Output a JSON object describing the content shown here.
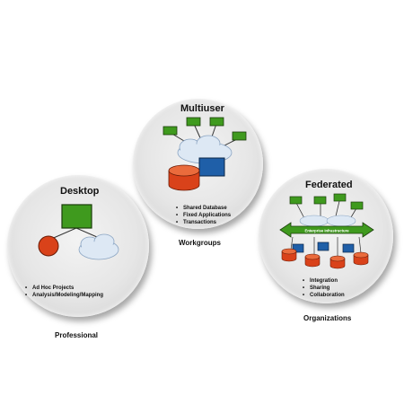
{
  "diagram": {
    "desktop": {
      "title": "Desktop",
      "bullets": [
        "Ad Hoc Projects",
        "Analysis/Modeling/Mapping"
      ],
      "caption": "Professional"
    },
    "multiuser": {
      "title": "Multiuser",
      "bullets": [
        "Shared Database",
        "Fixed Applications",
        "Transactions"
      ],
      "caption": "Workgroups"
    },
    "federated": {
      "title": "Federated",
      "bullets": [
        "Integration",
        "Sharing",
        "Collaboration"
      ],
      "caption": "Organizations",
      "banner_text": "Enterprise Infrastructure"
    }
  },
  "colors": {
    "green_box": "#3f9a1e",
    "red_database": "#d9421a",
    "blue_box": "#1f5fa8",
    "cloud": "#dde8f4",
    "circle_fill": "#e6e6e6"
  }
}
